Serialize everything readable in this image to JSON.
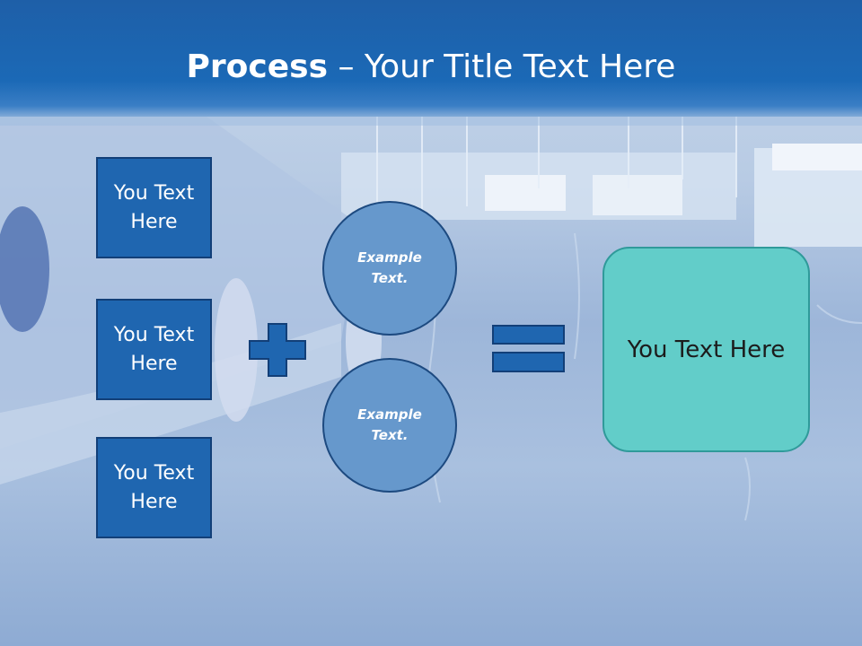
{
  "slide": {
    "title_bold": "Process",
    "title_rest": " – Your Title Text Here"
  },
  "inputs": [
    {
      "label": "You Text Here"
    },
    {
      "label": "You Text Here"
    },
    {
      "label": "You Text Here"
    }
  ],
  "operands": [
    {
      "label": "Example Text."
    },
    {
      "label": "Example Text."
    }
  ],
  "operators": {
    "plus": "plus-icon",
    "equals": "equals-icon"
  },
  "result": {
    "label": "You Text Here"
  },
  "colors": {
    "header": "#1b69b6",
    "input_box": "#1f66b0",
    "circle": "#6698cc",
    "result_box": "#62cdc9"
  }
}
